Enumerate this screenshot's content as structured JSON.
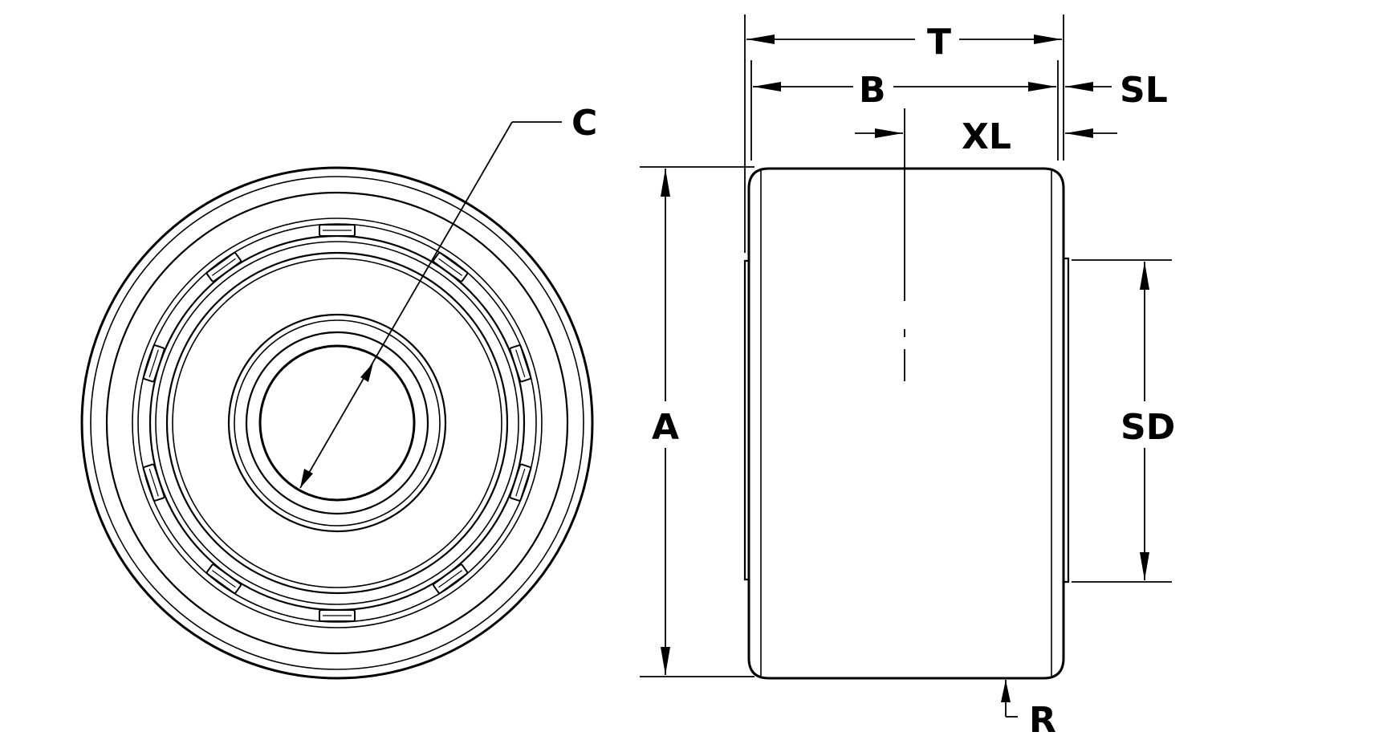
{
  "labels": {
    "c": "C",
    "t": "T",
    "b": "B",
    "sl": "SL",
    "xl": "XL",
    "a": "A",
    "sd": "SD",
    "r": "R"
  },
  "colors": {
    "line": "#000000",
    "background": "#ffffff"
  }
}
